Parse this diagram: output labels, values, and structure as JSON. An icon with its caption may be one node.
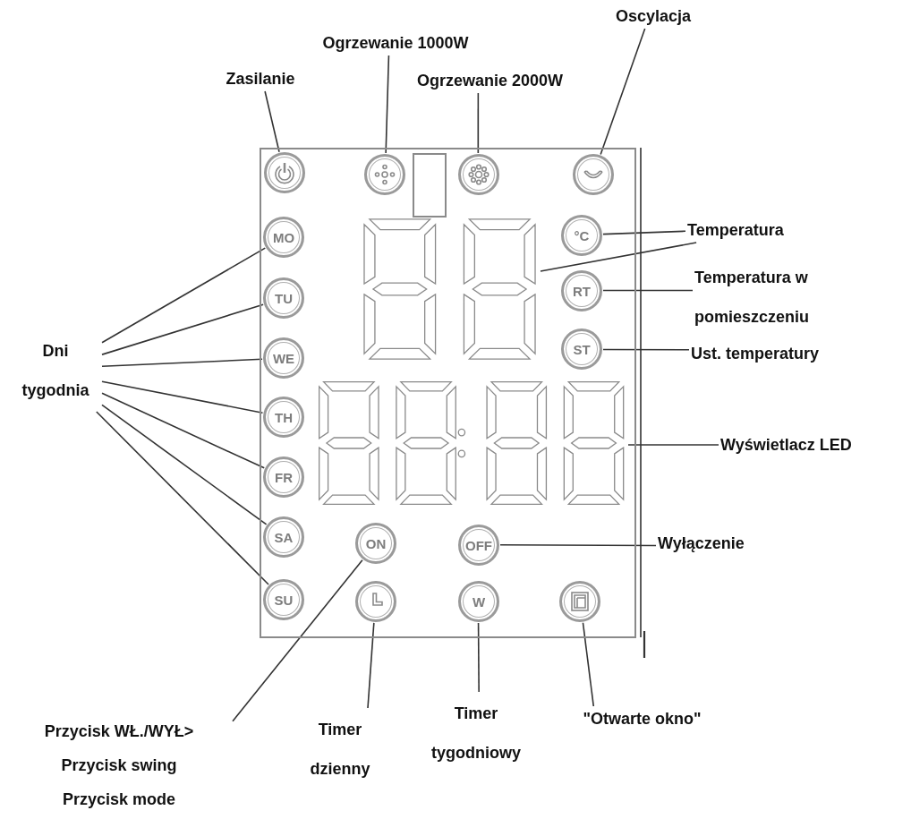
{
  "diagram": {
    "nodes": [
      {
        "text": [],
        "shape": "box"
      },
      {
        "text": [
          "Ogrzewanie 1000W"
        ]
      },
      {
        "text": [
          "Oscylacja"
        ]
      },
      {
        "text": [
          "Zasilanie"
        ]
      },
      {
        "text": [
          "Ogrzewanie 2000W"
        ]
      },
      {
        "text": [],
        "shape": "circle",
        "in": 0
      },
      {
        "text": [],
        "shape": "circle",
        "in": 0
      },
      {
        "text": [],
        "shape": "circle",
        "in": 0
      },
      {
        "text": [],
        "shape": "circle",
        "in": 0
      },
      {
        "text": [
          "MO"
        ],
        "in": 0
      },
      {
        "text": [],
        "shape": "display",
        "in": 0
      },
      {
        "text": [
          "°C"
        ],
        "in": 0
      },
      {
        "text": [
          "Temperatura"
        ]
      },
      {
        "text": [
          "Temperatura w pomieszczeniu"
        ]
      },
      {
        "text": [
          "TU"
        ],
        "in": 0
      },
      {
        "text": [
          "RT"
        ],
        "in": 0
      },
      {
        "text": [
          "Dni tygodnia"
        ]
      },
      {
        "text": [
          "WE"
        ],
        "in": 0
      },
      {
        "text": [
          "ST"
        ],
        "in": 0
      },
      {
        "text": [
          "Ust. temperatury"
        ]
      },
      {
        "text": [
          "TH"
        ],
        "in": 0
      },
      {
        "text": [],
        "shape": "display",
        "in": 0
      },
      {
        "text": [
          "Wyświetlacz LED"
        ]
      },
      {
        "text": [
          "FR"
        ],
        "in": 0
      },
      {
        "text": [
          "SA"
        ],
        "in": 0
      },
      {
        "text": [
          "ON"
        ],
        "in": 0
      },
      {
        "text": [
          "OFF"
        ],
        "in": 0
      },
      {
        "text": [
          "Wyłączenie"
        ]
      },
      {
        "text": [
          "SU"
        ],
        "in": 0
      },
      {
        "text": [],
        "shape": "circle",
        "in": 0
      },
      {
        "text": [
          "W"
        ],
        "in": 0
      },
      {
        "text": [],
        "shape": "circle",
        "in": 0
      },
      {
        "text": [
          "Przycisk WŁ./WYŁ>",
          "Przycisk swing",
          "Przycisk mode"
        ]
      },
      {
        "text": [
          "Timer dzienny"
        ]
      },
      {
        "text": [
          "Timer tygodniowy"
        ]
      },
      {
        "text": [
          "\"Otwarte okno\""
        ]
      }
    ],
    "edges": [
      {
        "from": 3,
        "to": 5,
        "arrow": "none"
      },
      {
        "from": 1,
        "to": 6,
        "arrow": "none"
      },
      {
        "from": 4,
        "to": 7,
        "arrow": "none"
      },
      {
        "from": 2,
        "to": 8,
        "arrow": "none"
      },
      {
        "from": 12,
        "to": 11,
        "arrow": "none"
      },
      {
        "from": 12,
        "to": 10,
        "arrow": "none"
      },
      {
        "from": 13,
        "to": 15,
        "arrow": "none"
      },
      {
        "from": 19,
        "to": 18,
        "arrow": "none"
      },
      {
        "from": 22,
        "to": 21,
        "arrow": "none"
      },
      {
        "from": 27,
        "to": 26,
        "arrow": "none"
      },
      {
        "from": 16,
        "to": 9,
        "arrow": "none"
      },
      {
        "from": 16,
        "to": 14,
        "arrow": "none"
      },
      {
        "from": 16,
        "to": 17,
        "arrow": "none"
      },
      {
        "from": 16,
        "to": 20,
        "arrow": "none"
      },
      {
        "from": 16,
        "to": 23,
        "arrow": "none"
      },
      {
        "from": 16,
        "to": 24,
        "arrow": "none"
      },
      {
        "from": 16,
        "to": 28,
        "arrow": "none"
      },
      {
        "from": 32,
        "to": 25,
        "arrow": "none"
      },
      {
        "from": 33,
        "to": 29,
        "arrow": "none"
      },
      {
        "from": 34,
        "to": 30,
        "arrow": "none"
      },
      {
        "from": 35,
        "to": 31,
        "arrow": "none"
      }
    ]
  }
}
